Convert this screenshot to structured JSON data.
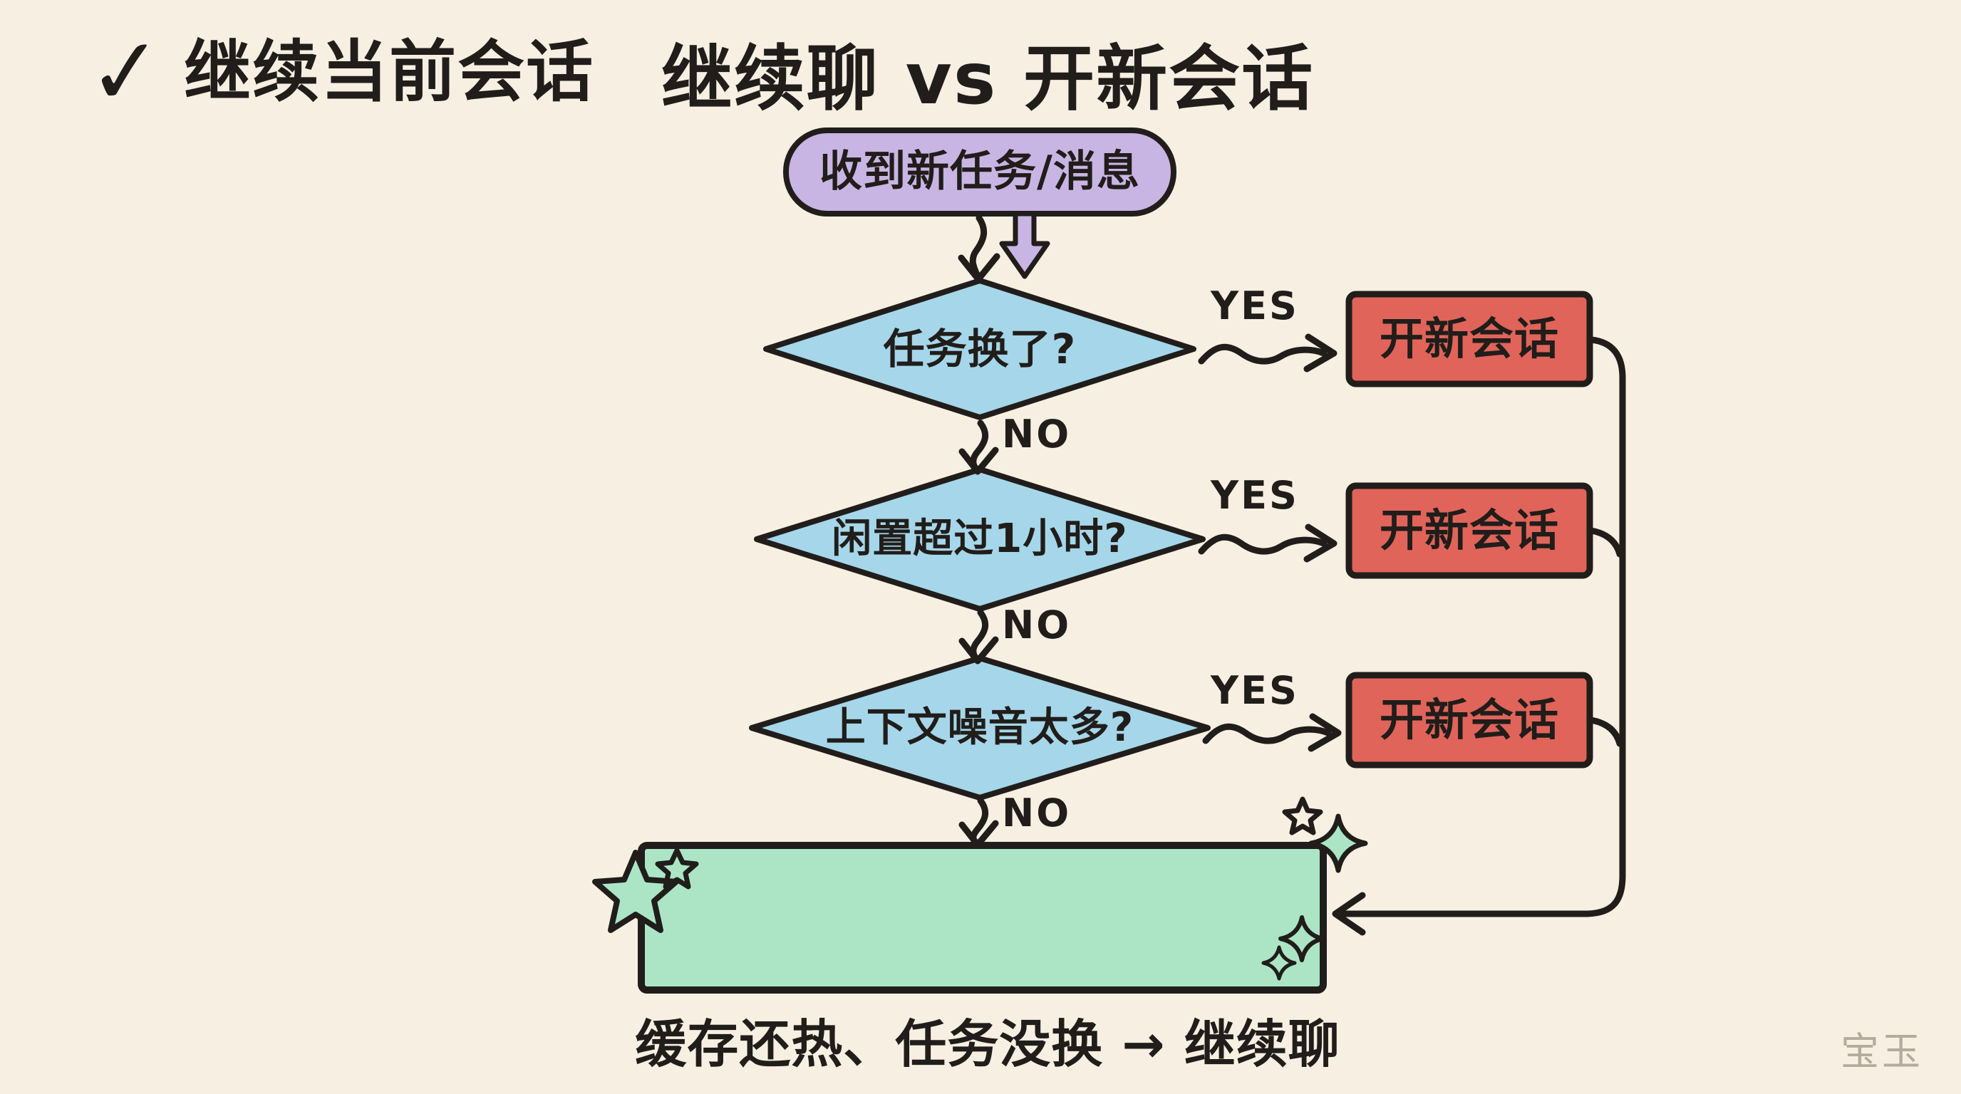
{
  "palette": {
    "background": "#f7efe2",
    "ink": "#201d1a",
    "start_fill": "#c9b5e4",
    "decision_fill": "#a6d6e9",
    "action_fill": "#e0645a",
    "result_fill": "#abe5c5",
    "watermark_gray": "#b5ab9d"
  },
  "flow": {
    "title": "继续聊 vs 开新会话",
    "start": {
      "label": "收到新任务/消息"
    },
    "decisions": [
      {
        "label": "任务换了?",
        "yes": "YES",
        "no": "NO",
        "action": "开新会话"
      },
      {
        "label": "闲置超过1小时?",
        "yes": "YES",
        "no": "NO",
        "action": "开新会话"
      },
      {
        "label": "上下文噪音太多?",
        "yes": "YES",
        "no": "NO",
        "action": "开新会话"
      }
    ],
    "result": {
      "check": "✓",
      "label": "继续当前会话"
    },
    "caption": "缓存还热、任务没换 → 继续聊",
    "watermark": "宝玉"
  }
}
